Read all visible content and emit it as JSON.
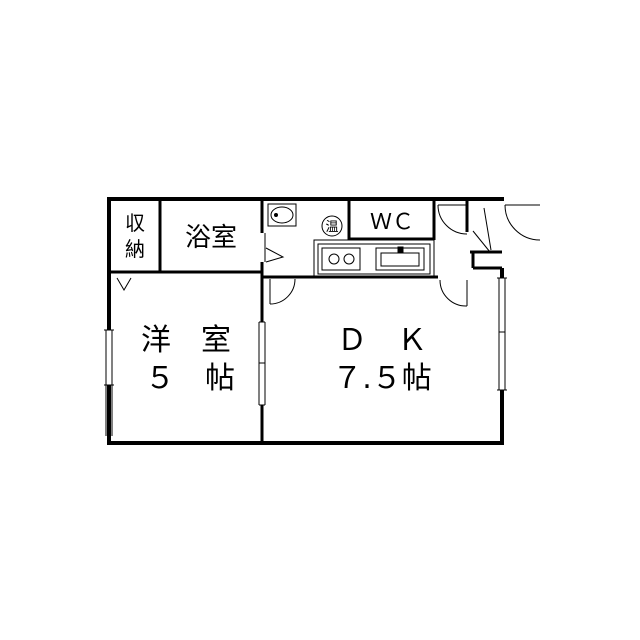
{
  "rooms": {
    "storage": {
      "line1": "収",
      "line2": "納"
    },
    "bath": {
      "label": "浴室"
    },
    "wc": {
      "label": "ＷＣ"
    },
    "western": {
      "line1": "洋　室",
      "line2": "５　帖"
    },
    "dk": {
      "line1": "Ｄ　Ｋ",
      "line2": "７.５帖"
    }
  },
  "fixtures": {
    "water_heater": {
      "label": "温"
    }
  },
  "colors": {
    "wall": "#000000",
    "background": "#ffffff"
  }
}
